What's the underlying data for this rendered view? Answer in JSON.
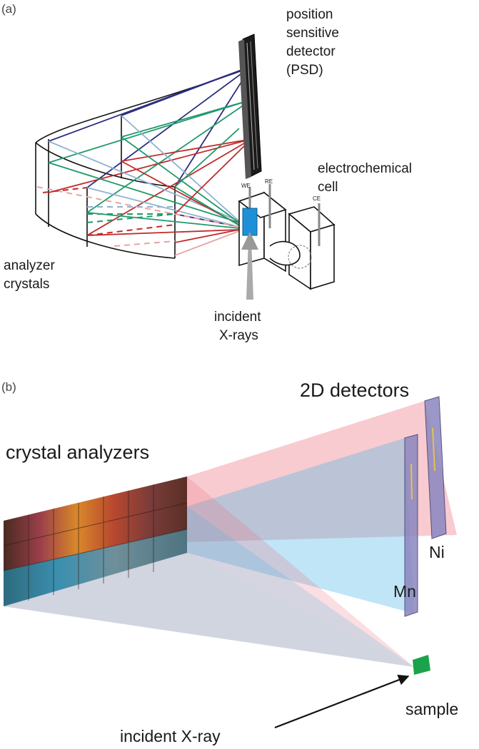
{
  "panel_a": {
    "tag": "(a)",
    "psd_label": [
      "position",
      "sensitive",
      "detector",
      "(PSD)"
    ],
    "cell_label": [
      "electrochemical",
      "cell"
    ],
    "analyzer_label": [
      "analyzer",
      "crystals"
    ],
    "incident_label": [
      "incident",
      "X-rays"
    ],
    "electrodes": {
      "we": "WE",
      "re": "RE",
      "ce": "CE"
    },
    "colors": {
      "blue": "#2b2e7f",
      "green": "#1f9a6a",
      "red": "#c22b2b",
      "light_blue": "#8fb3d0",
      "pink": "#e7a3a3",
      "cell_window": "#1e90d8"
    }
  },
  "panel_b": {
    "tag": "(b)",
    "detectors_label": "2D detectors",
    "crystals_label": "crystal analyzers",
    "ni_label": "Ni",
    "mn_label": "Mn",
    "sample_label": "sample",
    "incident_label": "incident X-ray",
    "colors": {
      "red_beam": "#ec6b78",
      "blue_beam": "#4ab5e4",
      "sample": "#1aa34a",
      "detector": "#8a86bf"
    }
  }
}
